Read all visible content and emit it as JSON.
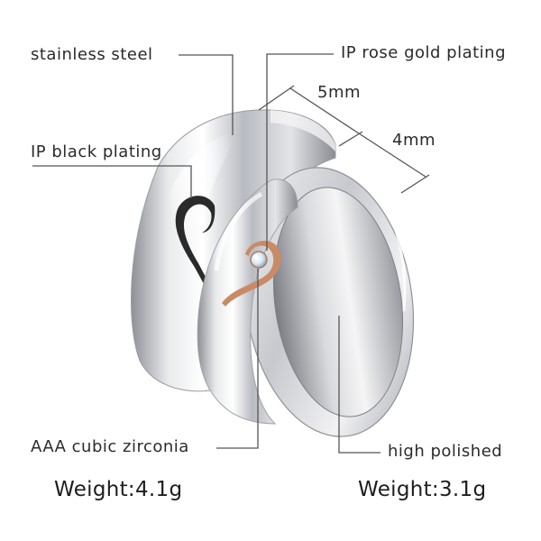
{
  "labels": {
    "stainless_steel": "stainless steel",
    "rose_gold": "IP rose gold plating",
    "black_plating": "IP black plating",
    "zirconia": "AAA cubic zirconia",
    "polished": "high polished",
    "width_left": "5mm",
    "width_right": "4mm"
  },
  "weights": {
    "left": "Weight:4.1g",
    "right": "Weight:3.1g"
  },
  "colors": {
    "steel": "#c4c6cb",
    "rose_gold": "#c98a66",
    "black_plating": "#2a2a2a",
    "leader_line": "#555555"
  }
}
